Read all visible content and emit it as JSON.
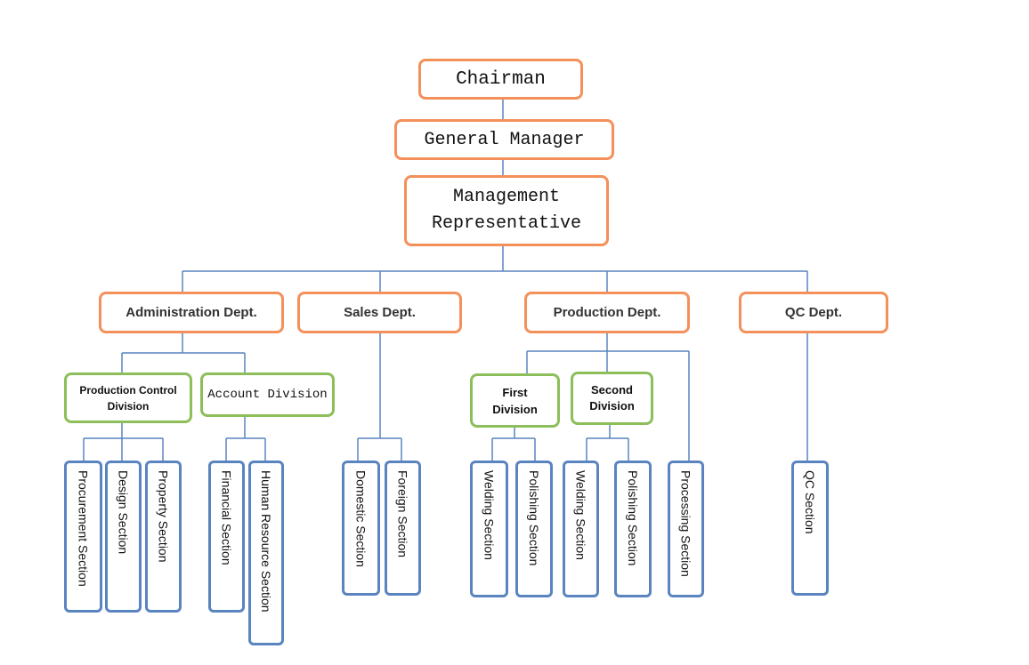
{
  "top": {
    "chairman": "Chairman",
    "general_manager": "General Manager",
    "management_representative": "Management Representative"
  },
  "departments": {
    "administration": "Administration Dept.",
    "sales": "Sales Dept.",
    "production": "Production Dept.",
    "qc": "QC Dept."
  },
  "divisions": {
    "production_control": "Production Control Division",
    "account": "Account Division",
    "first": "First Division",
    "second": "Second Division"
  },
  "sections": {
    "procurement": "Procurement Section",
    "design": "Design Section",
    "property": "Property Section",
    "financial": "Financial Section",
    "human_resource": "Human Resource Section",
    "domestic": "Domestic Section",
    "foreign": "Foreign Section",
    "welding_1": "Welding Section",
    "polishing_1": "Polishing Section",
    "welding_2": "Welding Section",
    "polishing_2": "Polishing Section",
    "processing": "Processing Section",
    "qc": "QC Section"
  },
  "colors": {
    "top_border": "#f4905a",
    "division_border": "#8cbf5a",
    "section_border": "#5a84c0",
    "connector": "#5a84c0"
  }
}
